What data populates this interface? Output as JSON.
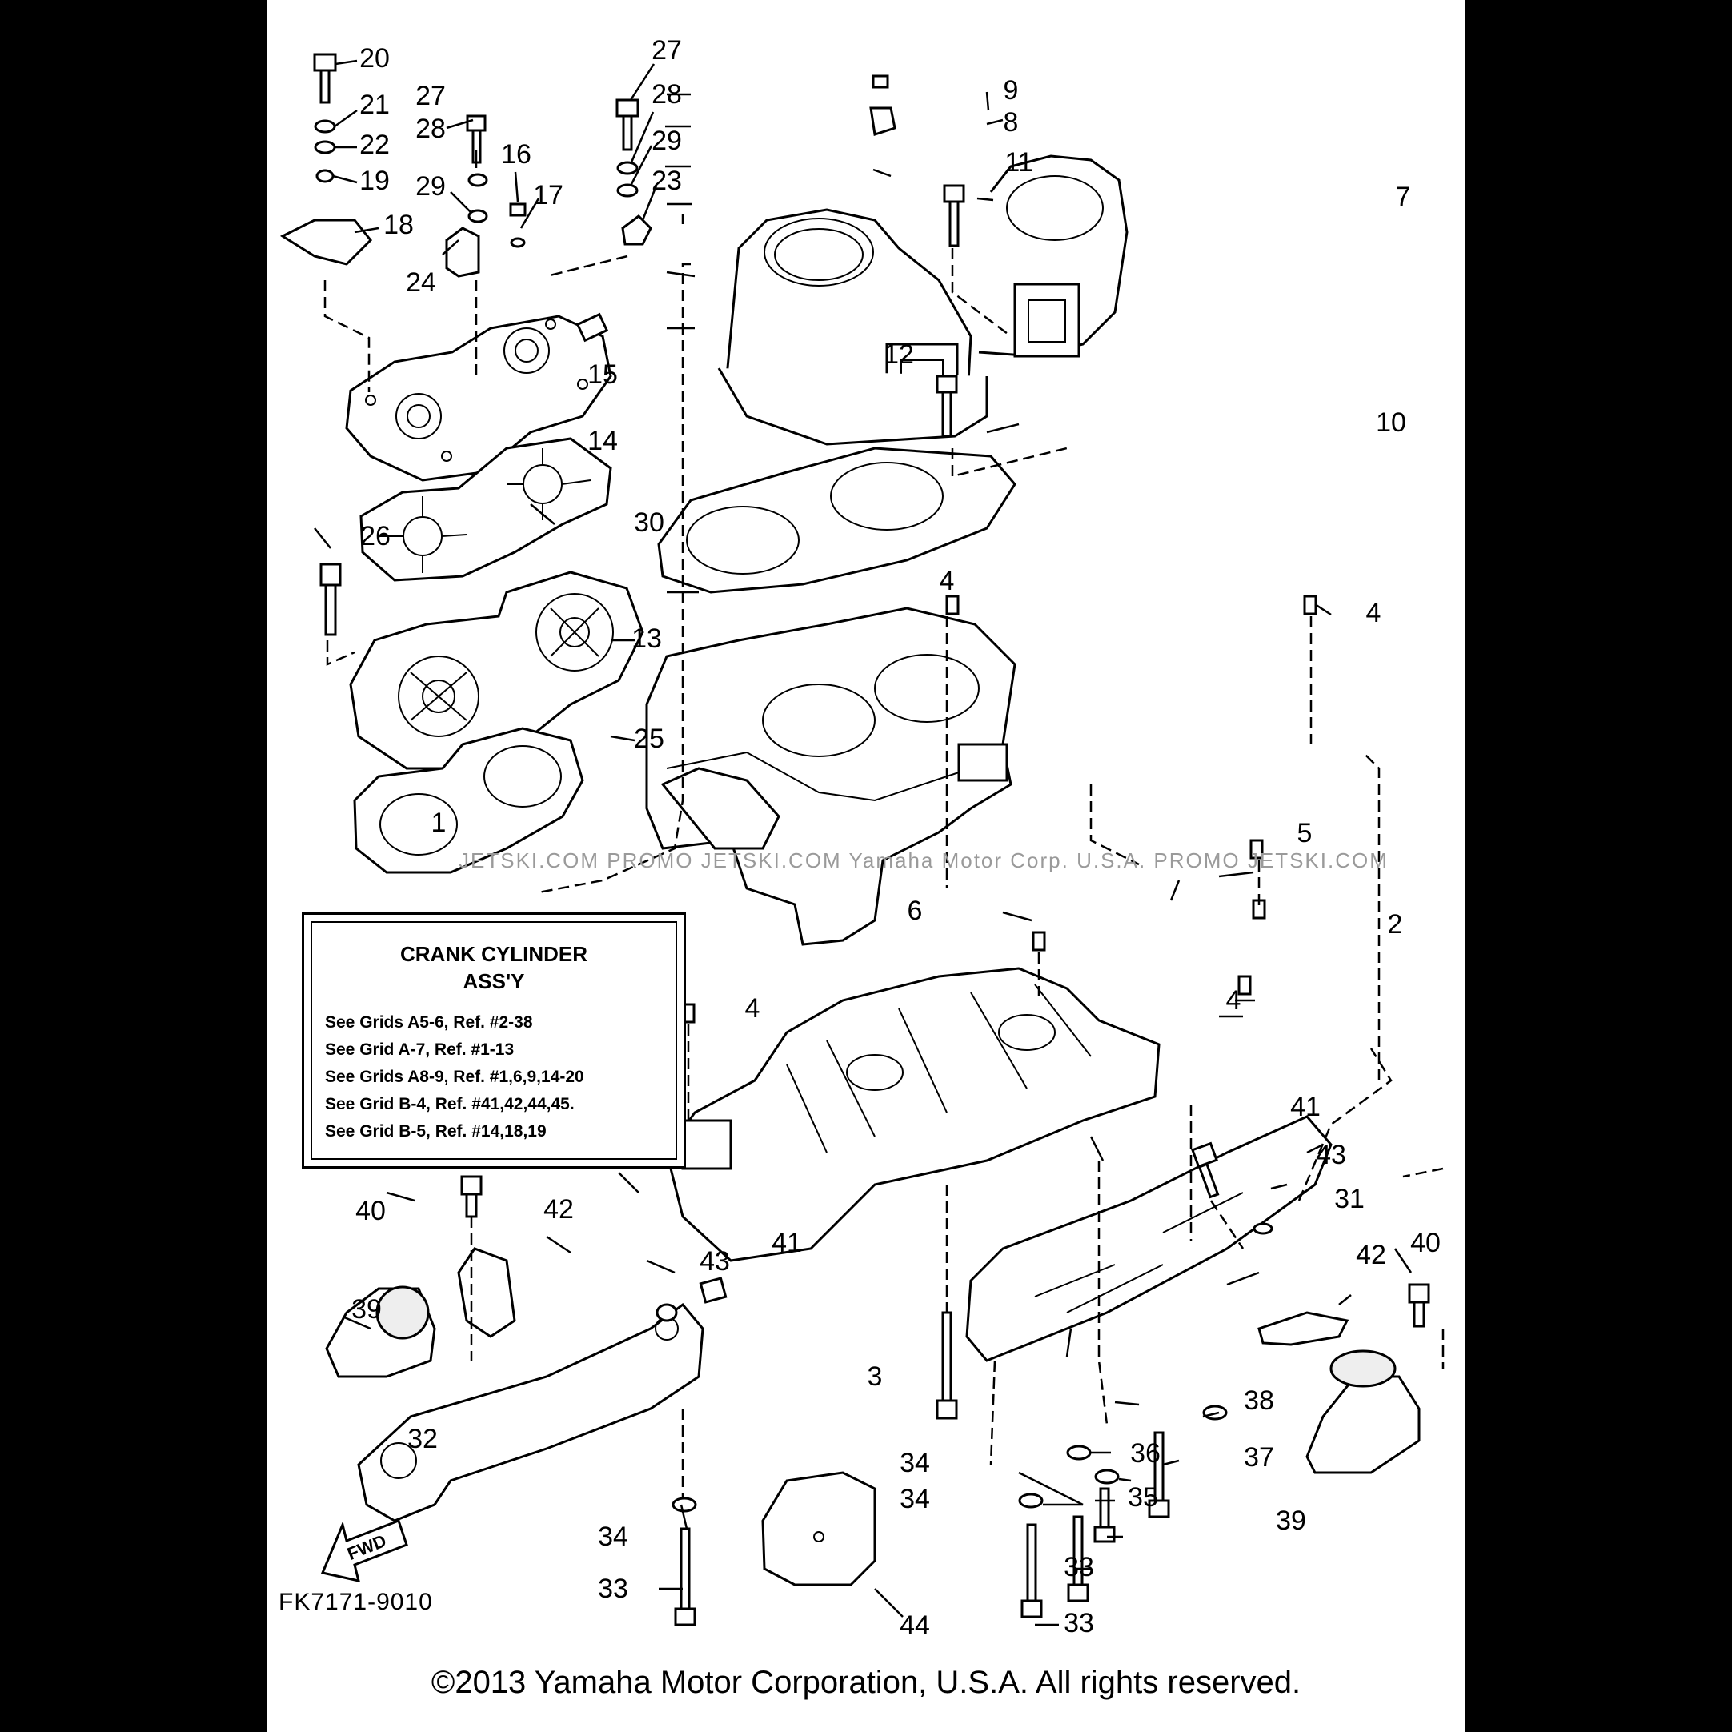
{
  "info_box": {
    "title_line1": "CRANK CYLINDER",
    "title_line2": "ASS'Y",
    "notes": [
      "See Grids A5-6, Ref. #2-38",
      "See Grid A-7, Ref. #1-13",
      "See Grids A8-9, Ref. #1,6,9,14-20",
      "See Grid B-4, Ref. #41,42,44,45.",
      "See Grid B-5, Ref. #14,18,19"
    ]
  },
  "drawing_code": "FK7171-9010",
  "copyright": "©2013 Yamaha Motor Corporation, U.S.A. All rights reserved.",
  "watermark": "JETSKI.COM   PROMO JETSKI.COM   Yamaha Motor Corp. U.S.A.  PROMO JETSKI.COM",
  "fwd_label": "FWD",
  "callouts": {
    "c1": "1",
    "c2": "2",
    "c3": "3",
    "c4a": "4",
    "c4b": "4",
    "c4c": "4",
    "c4d": "4",
    "c5": "5",
    "c6": "6",
    "c7": "7",
    "c8": "8",
    "c9": "9",
    "c10": "10",
    "c11": "11",
    "c12": "12",
    "c13": "13",
    "c14": "14",
    "c15": "15",
    "c16": "16",
    "c17": "17",
    "c18": "18",
    "c19": "19",
    "c20": "20",
    "c21": "21",
    "c22": "22",
    "c23": "23",
    "c24": "24",
    "c25": "25",
    "c26": "26",
    "c27a": "27",
    "c27b": "27",
    "c28a": "28",
    "c28b": "28",
    "c29a": "29",
    "c29b": "29",
    "c30": "30",
    "c31": "31",
    "c32": "32",
    "c33a": "33",
    "c33b": "33",
    "c33c": "33",
    "c34a": "34",
    "c34b": "34",
    "c34c": "34",
    "c35": "35",
    "c36": "36",
    "c37": "37",
    "c38": "38",
    "c39a": "39",
    "c39b": "39",
    "c40a": "40",
    "c40b": "40",
    "c41a": "41",
    "c41b": "41",
    "c42a": "42",
    "c42b": "42",
    "c43a": "43",
    "c43b": "43",
    "c44": "44"
  }
}
